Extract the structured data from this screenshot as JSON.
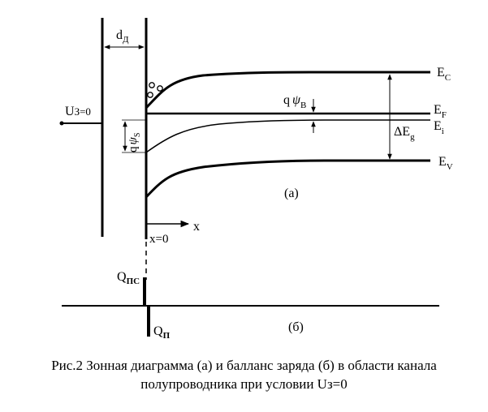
{
  "labels": {
    "d_main": "d",
    "d_sub": "Д",
    "u_main": "U",
    "u_rest": "З=0",
    "ec_main": "E",
    "ec_sub": "C",
    "ef_main": "E",
    "ef_sub": "F",
    "ei_main": "E",
    "ei_sub": "i",
    "ev_main": "E",
    "ev_sub": "V",
    "qpsib_q": "q",
    "qpsib_psi": "ψ",
    "qpsib_sub": "B",
    "deltaeg": "ΔE",
    "deltaeg_sub": "g",
    "qpsis_q": "q",
    "qpsis_psi": "ψ",
    "qpsis_sub": "S",
    "panel_a": "(а)",
    "x_axis": "x",
    "x_zero": "x=0",
    "qps_main": "Q",
    "qps_sub": "ПС",
    "qp_main": "Q",
    "qp_sub": "П",
    "panel_b": "(б)"
  },
  "caption": {
    "line1": "Рис.2 Зонная диаграмма (а) и балланс заряда (б) в области канала",
    "line2": "полупроводника при условии Uз=0"
  }
}
